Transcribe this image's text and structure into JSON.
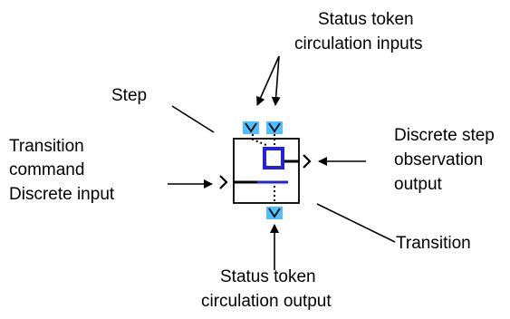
{
  "labels": {
    "status_inputs": [
      "Status token",
      "circulation  inputs"
    ],
    "step": "Step",
    "transition_command": [
      "Transition",
      "command",
      "Discrete input"
    ],
    "observation_output": [
      "Discrete step",
      "observation",
      "output"
    ],
    "transition": "Transition",
    "status_output": [
      "Status token",
      "circulation  output"
    ]
  },
  "colors": {
    "connector": "#4fc0ff",
    "step_marker": "#2222dd",
    "line": "#000000",
    "background": "#ffffff"
  },
  "icons": {
    "connector_glyph": "chevron-down-icon",
    "discrete_pin": "chevron-right-icon"
  }
}
